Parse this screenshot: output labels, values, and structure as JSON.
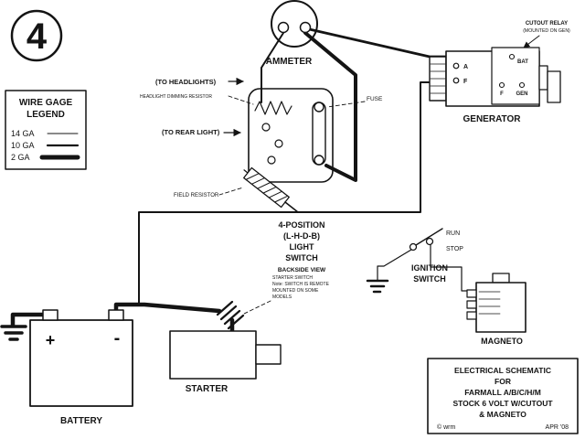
{
  "page": {
    "number": "4"
  },
  "colors": {
    "ink": "#141414",
    "paper": "#ffffff"
  },
  "legend": {
    "title": [
      "WIRE GAGE",
      "LEGEND"
    ],
    "items": [
      {
        "label": "14 GA",
        "weight": "thin"
      },
      {
        "label": "10 GA",
        "weight": "medium"
      },
      {
        "label": "2 GA",
        "weight": "thick"
      }
    ]
  },
  "ammeter": {
    "label": "AMMETER"
  },
  "light_switch": {
    "name": [
      "4-POSITION",
      "(L-H-D-B)",
      "LIGHT",
      "SWITCH"
    ],
    "subtitle": "BACKSIDE VIEW",
    "to_headlights": "(TO HEADLIGHTS)",
    "dimming_resistor": "HEADLIGHT DIMMING RESISTOR",
    "to_rear_light": "(TO REAR LIGHT)",
    "fuse": "FUSE",
    "field_resistor": "FIELD RESISTOR"
  },
  "generator": {
    "label": "GENERATOR",
    "cutout_note": [
      "CUTOUT RELAY",
      "(MOUNTED ON GEN)"
    ],
    "terminals": {
      "a": "A",
      "f_upper": "F",
      "bat": "BAT",
      "f": "F",
      "gen": "GEN"
    }
  },
  "ignition_switch": {
    "label": [
      "IGNITION",
      "SWITCH"
    ],
    "run": "RUN",
    "stop": "STOP"
  },
  "magneto": {
    "label": "MAGNETO"
  },
  "battery": {
    "label": "BATTERY",
    "plus": "+",
    "minus": "-"
  },
  "starter": {
    "label": "STARTER",
    "note": [
      "STARTER SWITCH",
      "Note: SWITCH IS REMOTE",
      "MOUNTED ON SOME",
      "MODELS"
    ]
  },
  "title_block": {
    "lines": [
      "ELECTRICAL SCHEMATIC",
      "FOR",
      "FARMALL A/B/C/H/M",
      "STOCK 6 VOLT W/CUTOUT",
      "& MAGNETO"
    ],
    "credit": "© wrm",
    "date": "APR '08"
  }
}
